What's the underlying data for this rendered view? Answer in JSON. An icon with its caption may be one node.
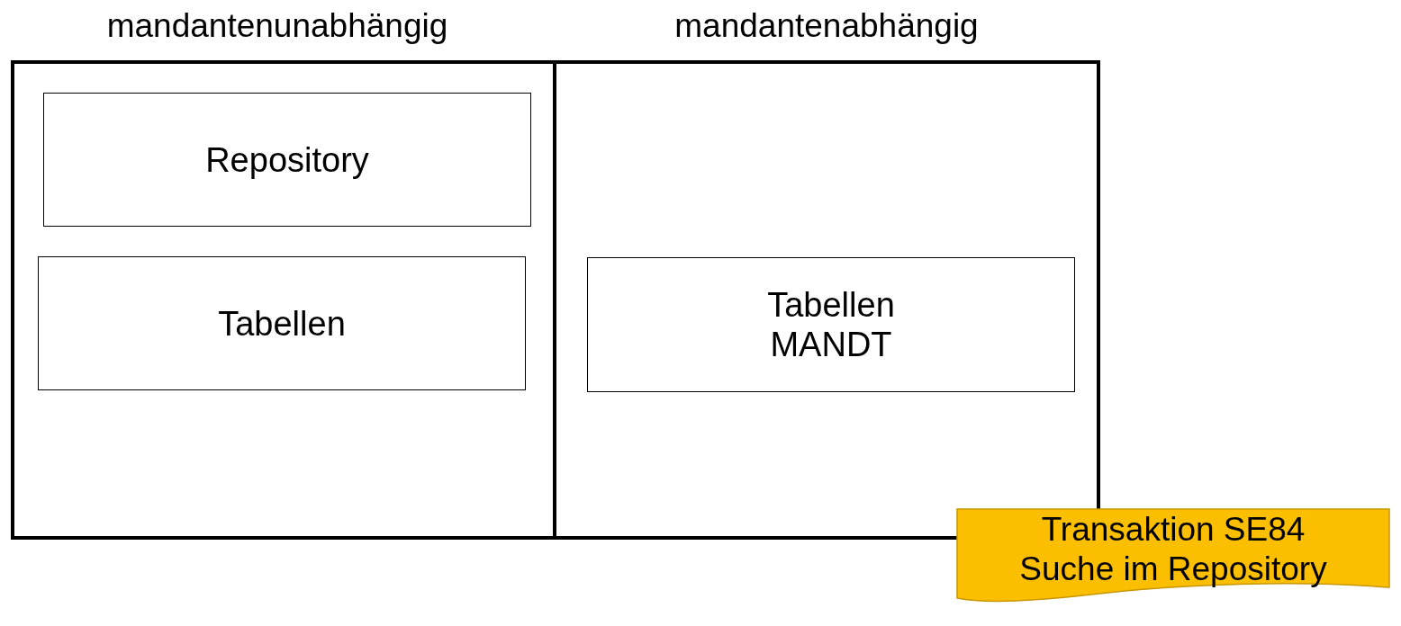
{
  "diagram": {
    "nodes": [
      {
        "text": [
          "mandantenunabhängig"
        ]
      },
      {
        "text": [
          "Repository"
        ],
        "in": 0
      },
      {
        "text": [
          "Tabellen"
        ],
        "in": 0
      },
      {
        "text": [
          "mandantenabhängig"
        ]
      },
      {
        "text": [
          "Tabellen MANDT"
        ],
        "in": 3
      },
      {
        "text": [
          "Transaktion SE84 Suche im Repository"
        ]
      }
    ],
    "edges": []
  }
}
